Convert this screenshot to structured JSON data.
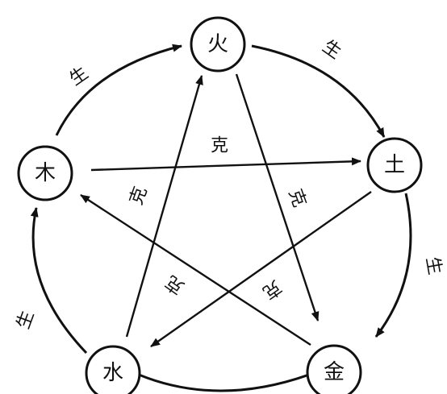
{
  "nodes": {
    "fire": "火",
    "earth": "土",
    "metal": "金",
    "water": "水",
    "wood": "木"
  },
  "relations": {
    "generate": "生",
    "restrain": "克"
  },
  "colors": {
    "ink": "#111111",
    "paper": "#ffffff"
  }
}
